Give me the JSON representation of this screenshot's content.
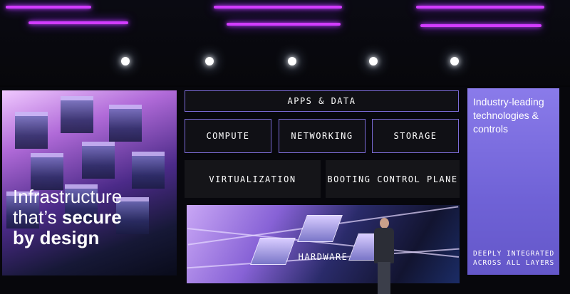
{
  "slide": {
    "left_title_line1": "Infrastructure",
    "left_title_line2_prefix": "that’s ",
    "left_title_line2_bold": "secure",
    "left_title_line3_bold": "by design",
    "apps_data": "APPS & DATA",
    "compute": "COMPUTE",
    "networking": "NETWORKING",
    "storage": "STORAGE",
    "virtualization": "VIRTUALIZATION",
    "booting_control_plane": "BOOTING CONTROL PLANE",
    "hardware": "HARDWARE",
    "right_title": "Industry-leading technologies & controls",
    "right_footer": "DEEPLY INTEGRATED ACROSS ALL LAYERS"
  },
  "colors": {
    "accent_border": "#7b6bd6",
    "right_panel": "#7a6ce0",
    "truss_glow": "#d23cff"
  }
}
